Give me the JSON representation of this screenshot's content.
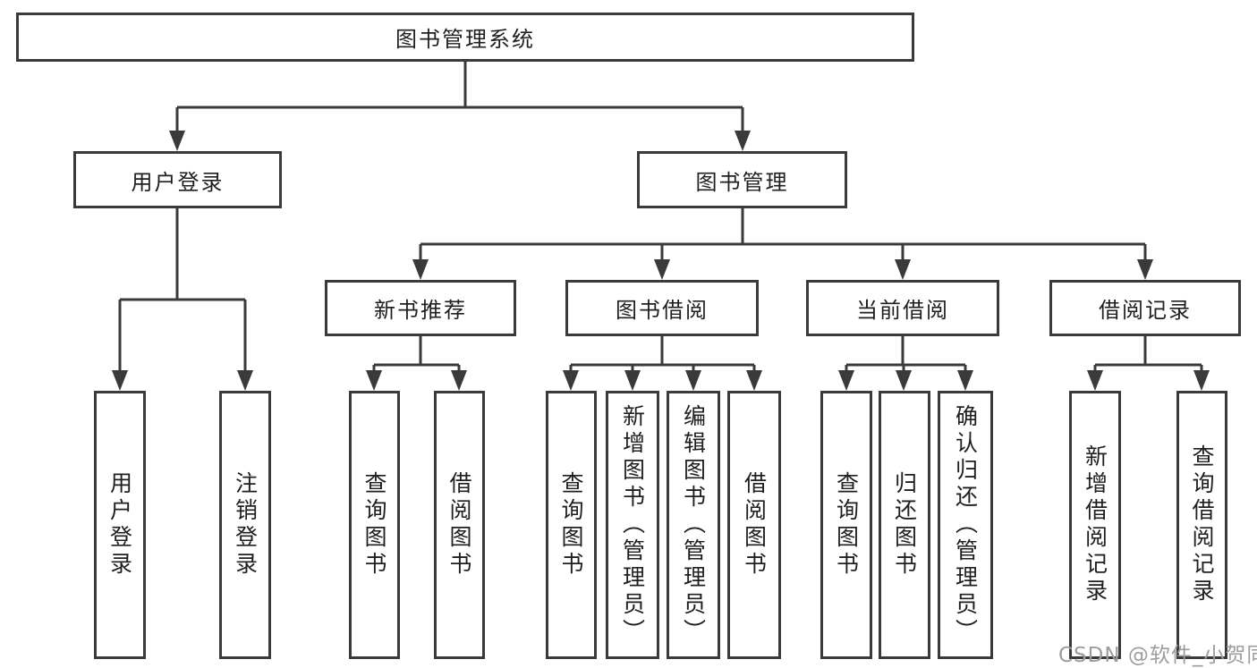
{
  "diagram": {
    "type": "hierarchy-tree",
    "colors": {
      "line": "#3a3a3a",
      "box_border": "#3a3a3a",
      "box_fill": "#ffffff",
      "text": "#1f1f1f",
      "watermark": "#9d9d9d",
      "background": "#ffffff"
    },
    "watermark": "CSDN @软件_小贺同学"
  },
  "tree": {
    "label": "图书管理系统",
    "children": [
      {
        "label": "用户登录",
        "children": [
          {
            "label": "用户登录"
          },
          {
            "label": "注销登录"
          }
        ]
      },
      {
        "label": "图书管理",
        "children": [
          {
            "label": "新书推荐",
            "children": [
              {
                "label": "查询图书"
              },
              {
                "label": "借阅图书"
              }
            ]
          },
          {
            "label": "图书借阅",
            "children": [
              {
                "label": "查询图书"
              },
              {
                "label": "新增图书（管理员）"
              },
              {
                "label": "编辑图书（管理员）"
              },
              {
                "label": "借阅图书"
              }
            ]
          },
          {
            "label": "当前借阅",
            "children": [
              {
                "label": "查询图书"
              },
              {
                "label": "归还图书"
              },
              {
                "label": "确认归还（管理员）"
              }
            ]
          },
          {
            "label": "借阅记录",
            "children": [
              {
                "label": "新增借阅记录"
              },
              {
                "label": "查询借阅记录"
              }
            ]
          }
        ]
      }
    ]
  }
}
